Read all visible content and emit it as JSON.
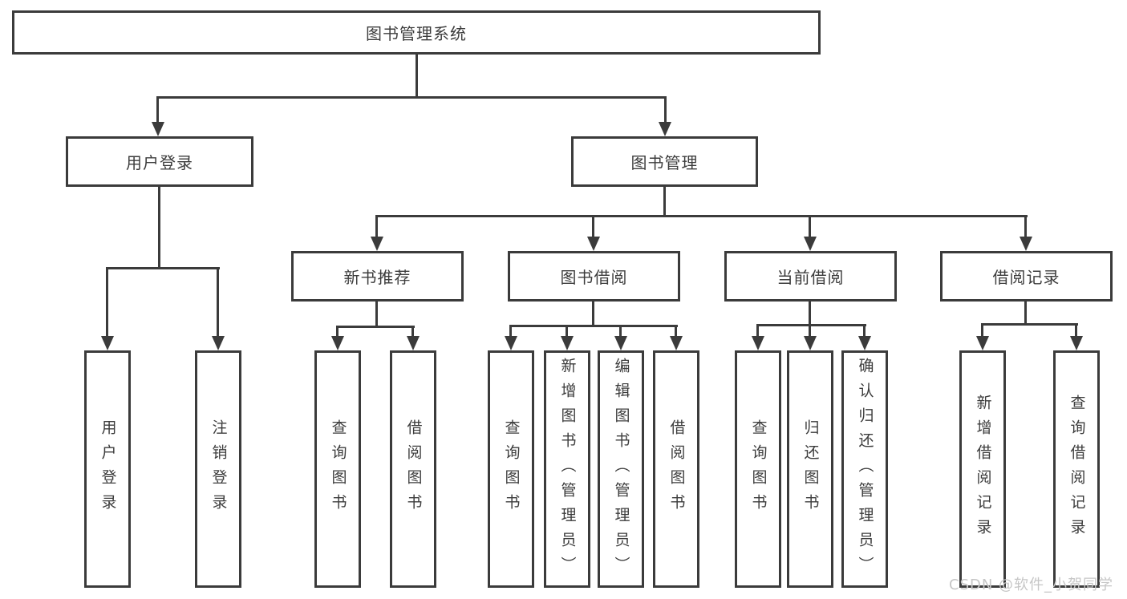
{
  "colors": {
    "line": "#3b3b3b",
    "text": "#3c3c3c",
    "box_fill": "#ffffff",
    "watermark": "#c6c6c6"
  },
  "watermark": {
    "text": "CSDN @软件_小贺同学"
  },
  "tree": {
    "label": "图书管理系统",
    "children": [
      {
        "label": "用户登录",
        "children": [
          {
            "label": "用户登录"
          },
          {
            "label": "注销登录"
          }
        ]
      },
      {
        "label": "图书管理",
        "children": [
          {
            "label": "新书推荐",
            "children": [
              {
                "label": "查询图书"
              },
              {
                "label": "借阅图书"
              }
            ]
          },
          {
            "label": "图书借阅",
            "children": [
              {
                "label": "查询图书"
              },
              {
                "label": "新增图书（管理员）"
              },
              {
                "label": "编辑图书（管理员）"
              },
              {
                "label": "借阅图书"
              }
            ]
          },
          {
            "label": "当前借阅",
            "children": [
              {
                "label": "查询图书"
              },
              {
                "label": "归还图书"
              },
              {
                "label": "确认归还（管理员）"
              }
            ]
          },
          {
            "label": "借阅记录",
            "children": [
              {
                "label": "新增借阅记录"
              },
              {
                "label": "查询借阅记录"
              }
            ]
          }
        ]
      }
    ]
  }
}
